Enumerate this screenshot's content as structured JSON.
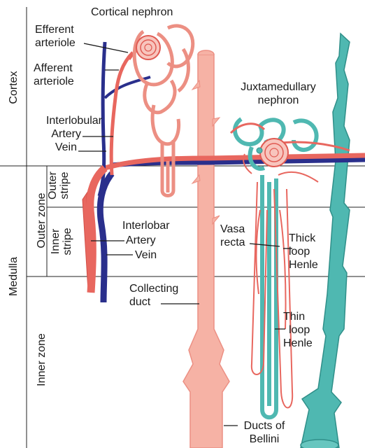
{
  "labels": {
    "cortical_nephron": "Cortical nephron",
    "efferent_1": "Efferent",
    "efferent_2": "arteriole",
    "afferent_1": "Afferent",
    "afferent_2": "arteriole",
    "interlobular": "Interlobular",
    "interlobular_artery": "Artery",
    "interlobular_vein": "Vein",
    "juxta_1": "Juxtamedullary",
    "juxta_2": "nephron",
    "interlobar": "Interlobar",
    "interlobar_artery": "Artery",
    "interlobar_vein": "Vein",
    "vasa_1": "Vasa",
    "vasa_2": "recta",
    "thick_1": "Thick",
    "thick_2": "loop",
    "thick_3": "Henle",
    "collecting_1": "Collecting",
    "collecting_2": "duct",
    "thin_1": "Thin",
    "thin_2": "loop",
    "thin_3": "Henle",
    "bellini_1": "Ducts of",
    "bellini_2": "Bellini"
  },
  "regions": {
    "cortex": "Cortex",
    "medulla": "Medulla",
    "outer_zone": "Outer zone",
    "inner_zone": "Inner zone",
    "outer_stripe_1": "Outer",
    "outer_stripe_2": "stripe",
    "inner_stripe_1": "Inner",
    "inner_stripe_2": "stripe"
  },
  "colors": {
    "artery": "#e8675f",
    "vein": "#2a2f8c",
    "nephron": "#f4a99f",
    "collecting": "#f6b2a5",
    "juxta_duct": "#4fb8b1",
    "outline": "#e05a52"
  }
}
